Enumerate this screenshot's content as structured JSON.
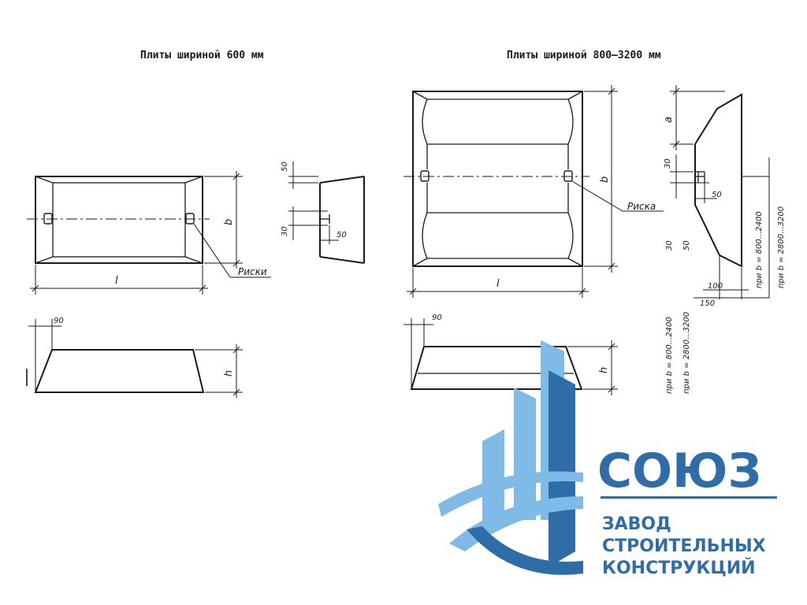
{
  "titles": {
    "left": "Плиты шириной 600 мм",
    "right": "Плиты шириной 800—3200 мм"
  },
  "labels": {
    "riski": "Риски",
    "riska": "Риска",
    "len": "l",
    "width": "b",
    "height": "h",
    "a": "a"
  },
  "dims": {
    "d50": "50",
    "d30": "30",
    "d90": "90",
    "d100": "100",
    "d150": "150"
  },
  "notes": {
    "b1": "при b = 800...2400",
    "b2": "при b = 2800...3200"
  },
  "logo": {
    "name": "СОЮЗ",
    "line1": "ЗАВОД",
    "line2": "СТРОИТЕЛЬНЫХ",
    "line3": "КОНСТРУКЦИЙ",
    "color_dark": "#2f6da9",
    "color_light": "#7fbbe6"
  }
}
